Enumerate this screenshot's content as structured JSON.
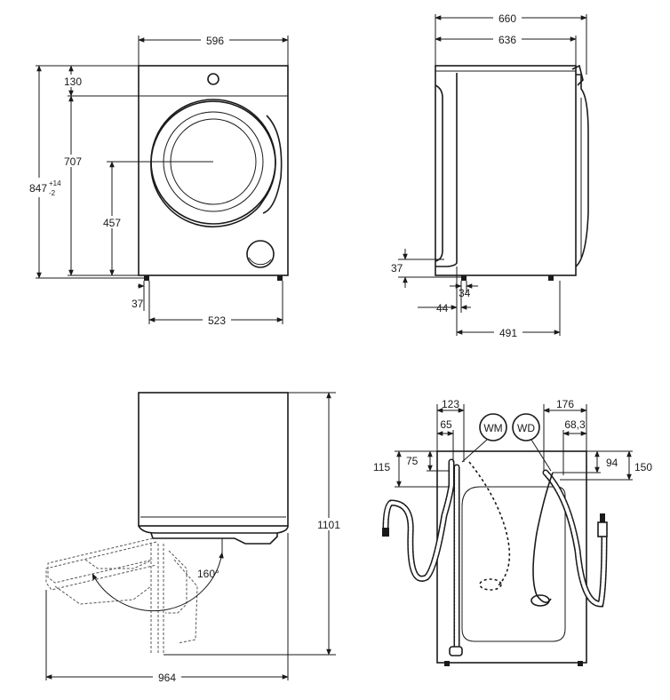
{
  "front_view": {
    "width": "596",
    "top_panel": "130",
    "door_height": "707",
    "total_height_base": "847",
    "total_height_plus": "+14",
    "total_height_minus": "-2",
    "door_center": "457",
    "foot_height": "37",
    "feet_spacing": "523"
  },
  "side_view": {
    "depth_total": "660",
    "depth_body": "636",
    "foot_height": "37",
    "foot_offset": "34",
    "rear_offset": "44",
    "feet_depth": "491"
  },
  "door_view": {
    "height": "1101",
    "clearance": "964",
    "angle": "160°"
  },
  "rear_view": {
    "left_offset": "123",
    "left_inner": "65",
    "right_offset": "176",
    "right_inner": "68,3",
    "left_height": "115",
    "left_inner_height": "75",
    "right_inner_height": "94",
    "right_height": "150",
    "label_wm": "WM",
    "label_wd": "WD"
  }
}
